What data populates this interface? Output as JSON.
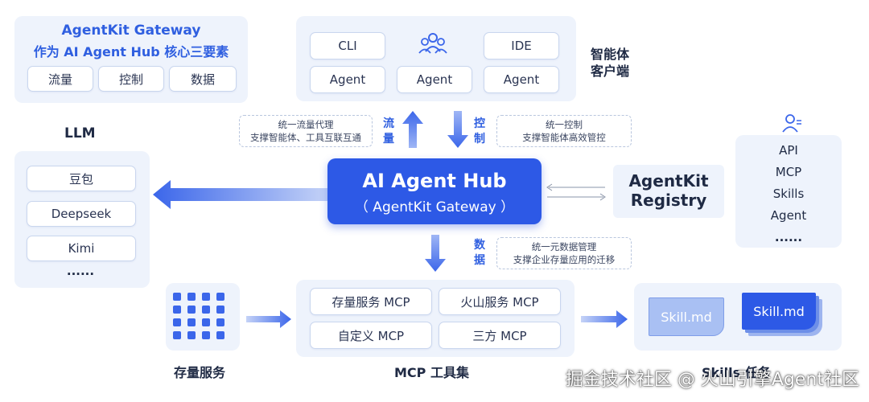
{
  "gateway_panel": {
    "title_line1": "AgentKit Gateway",
    "title_line2": "作为 AI Agent Hub 核心三要素",
    "elements": [
      "流量",
      "控制",
      "数据"
    ]
  },
  "clients": {
    "top": [
      "CLI",
      "IDE"
    ],
    "bottom": [
      "Agent",
      "Agent",
      "Agent"
    ],
    "label_line1": "智能体",
    "label_line2": "客户端",
    "users_icon": "users-icon"
  },
  "llm": {
    "title": "LLM",
    "items": [
      "豆包",
      "Deepseek",
      "Kimi"
    ],
    "more": "......"
  },
  "notes": {
    "traffic": [
      "统一流量代理",
      "支撑智能体、工具互联互通"
    ],
    "control": [
      "统一控制",
      "支撑智能体高效管控"
    ],
    "data": [
      "统一元数据管理",
      "支撑企业存量应用的迁移"
    ]
  },
  "flow_labels": {
    "traffic": [
      "流",
      "量"
    ],
    "control": [
      "控",
      "制"
    ],
    "data": [
      "数",
      "据"
    ]
  },
  "hub": {
    "title": "AI Agent Hub",
    "subtitle": "（ AgentKit Gateway ）"
  },
  "registry": {
    "title_line1": "AgentKit",
    "title_line2": "Registry",
    "items": [
      "API",
      "MCP",
      "Skills",
      "Agent",
      "......"
    ],
    "user_icon": "user-settings-icon"
  },
  "legacy": {
    "label": "存量服务"
  },
  "mcp": {
    "items": [
      "存量服务 MCP",
      "火山服务 MCP",
      "自定义 MCP",
      "三方 MCP"
    ],
    "label": "MCP 工具集"
  },
  "skills": {
    "files": [
      "Skill.md",
      "Skill.md"
    ],
    "label": "Skills 任务"
  },
  "watermark": "掘金技术社区 @ 火山引擎Agent社区",
  "colors": {
    "accent": "#2d59e6",
    "panel_bg": "#eef3fc",
    "arrow": "#3b66ea"
  }
}
